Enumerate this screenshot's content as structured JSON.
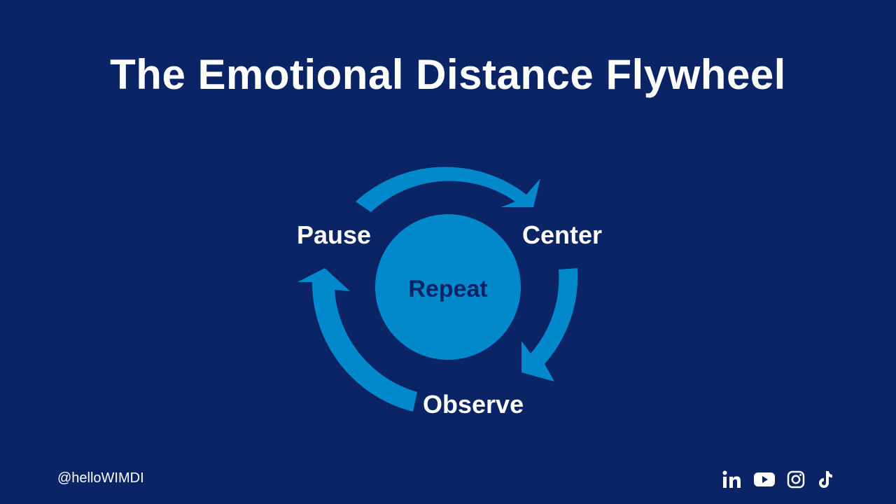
{
  "title": "The Emotional Distance Flywheel",
  "diagram": {
    "center_label": "Repeat",
    "steps": [
      "Pause",
      "Center",
      "Observe"
    ],
    "colors": {
      "background": "#0b2466",
      "accent": "#0289cc",
      "center_text": "#0b2466"
    }
  },
  "footer": {
    "handle": "@helloWIMDI",
    "social_icons": [
      "linkedin-icon",
      "youtube-icon",
      "instagram-icon",
      "tiktok-icon"
    ]
  }
}
